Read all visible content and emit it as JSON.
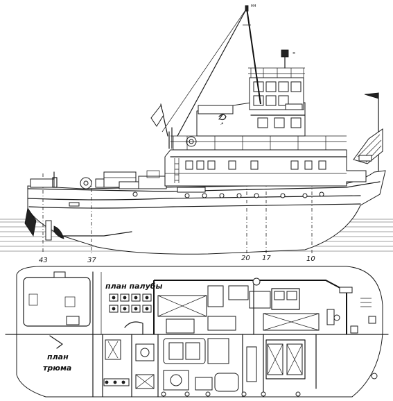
{
  "labels": {
    "deck_plan": "план палубы",
    "hold_plan_line1": "план",
    "hold_plan_line2": "трюма"
  },
  "frame_numbers": [
    "43",
    "37",
    "20",
    "17",
    "10"
  ],
  "colors": {
    "ink": "#1a1a1a",
    "paper": "#ffffff"
  },
  "icons": {
    "hammer_sickle_emblem": "hammer-sickle-icon",
    "stern_flag": "flag-icon",
    "bow_flag": "pennant-icon",
    "life_ring": "life-ring-icon"
  }
}
